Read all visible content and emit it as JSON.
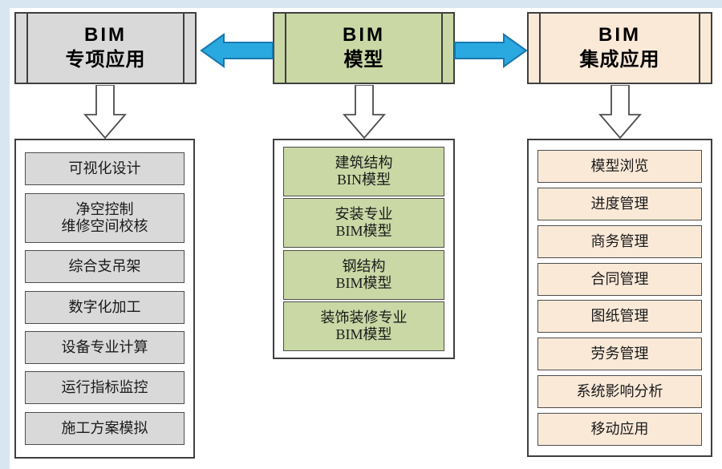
{
  "page": {
    "background": "#ffffff",
    "edge_color": "#d8e6f2"
  },
  "colors": {
    "arrow_blue_fill": "#2aa9e0",
    "arrow_blue_stroke": "#1878ad",
    "down_arrow_fill": "#ffffff",
    "down_arrow_stroke": "#4d4d4d",
    "box_border": "#3f3f3f"
  },
  "columns": [
    {
      "id": "special-applications",
      "fill": "#d9d9d9",
      "header": {
        "line1": "BIM",
        "line2": "专项应用"
      },
      "items": [
        {
          "lines": [
            "可视化设计"
          ]
        },
        {
          "lines": [
            "净空控制",
            "维修空间校核"
          ]
        },
        {
          "lines": [
            "综合支吊架"
          ]
        },
        {
          "lines": [
            "数字化加工"
          ]
        },
        {
          "lines": [
            "设备专业计算"
          ]
        },
        {
          "lines": [
            "运行指标监控"
          ]
        },
        {
          "lines": [
            "施工方案模拟"
          ]
        }
      ]
    },
    {
      "id": "bim-model",
      "fill": "#c9d8a5",
      "header": {
        "line1": "BIM",
        "line2": "模型"
      },
      "items": [
        {
          "lines": [
            "建筑结构",
            "BIN模型"
          ]
        },
        {
          "lines": [
            "安装专业",
            "BIM模型"
          ]
        },
        {
          "lines": [
            "钢结构",
            "BIM模型"
          ]
        },
        {
          "lines": [
            "装饰装修专业",
            "BIM模型"
          ]
        }
      ]
    },
    {
      "id": "integrated-applications",
      "fill": "#fbe9d8",
      "header": {
        "line1": "BIM",
        "line2": "集成应用"
      },
      "items": [
        {
          "lines": [
            "模型浏览"
          ]
        },
        {
          "lines": [
            "进度管理"
          ]
        },
        {
          "lines": [
            "商务管理"
          ]
        },
        {
          "lines": [
            "合同管理"
          ]
        },
        {
          "lines": [
            "图纸管理"
          ]
        },
        {
          "lines": [
            "劳务管理"
          ]
        },
        {
          "lines": [
            "系统影响分析"
          ]
        },
        {
          "lines": [
            "移动应用"
          ]
        }
      ]
    }
  ]
}
